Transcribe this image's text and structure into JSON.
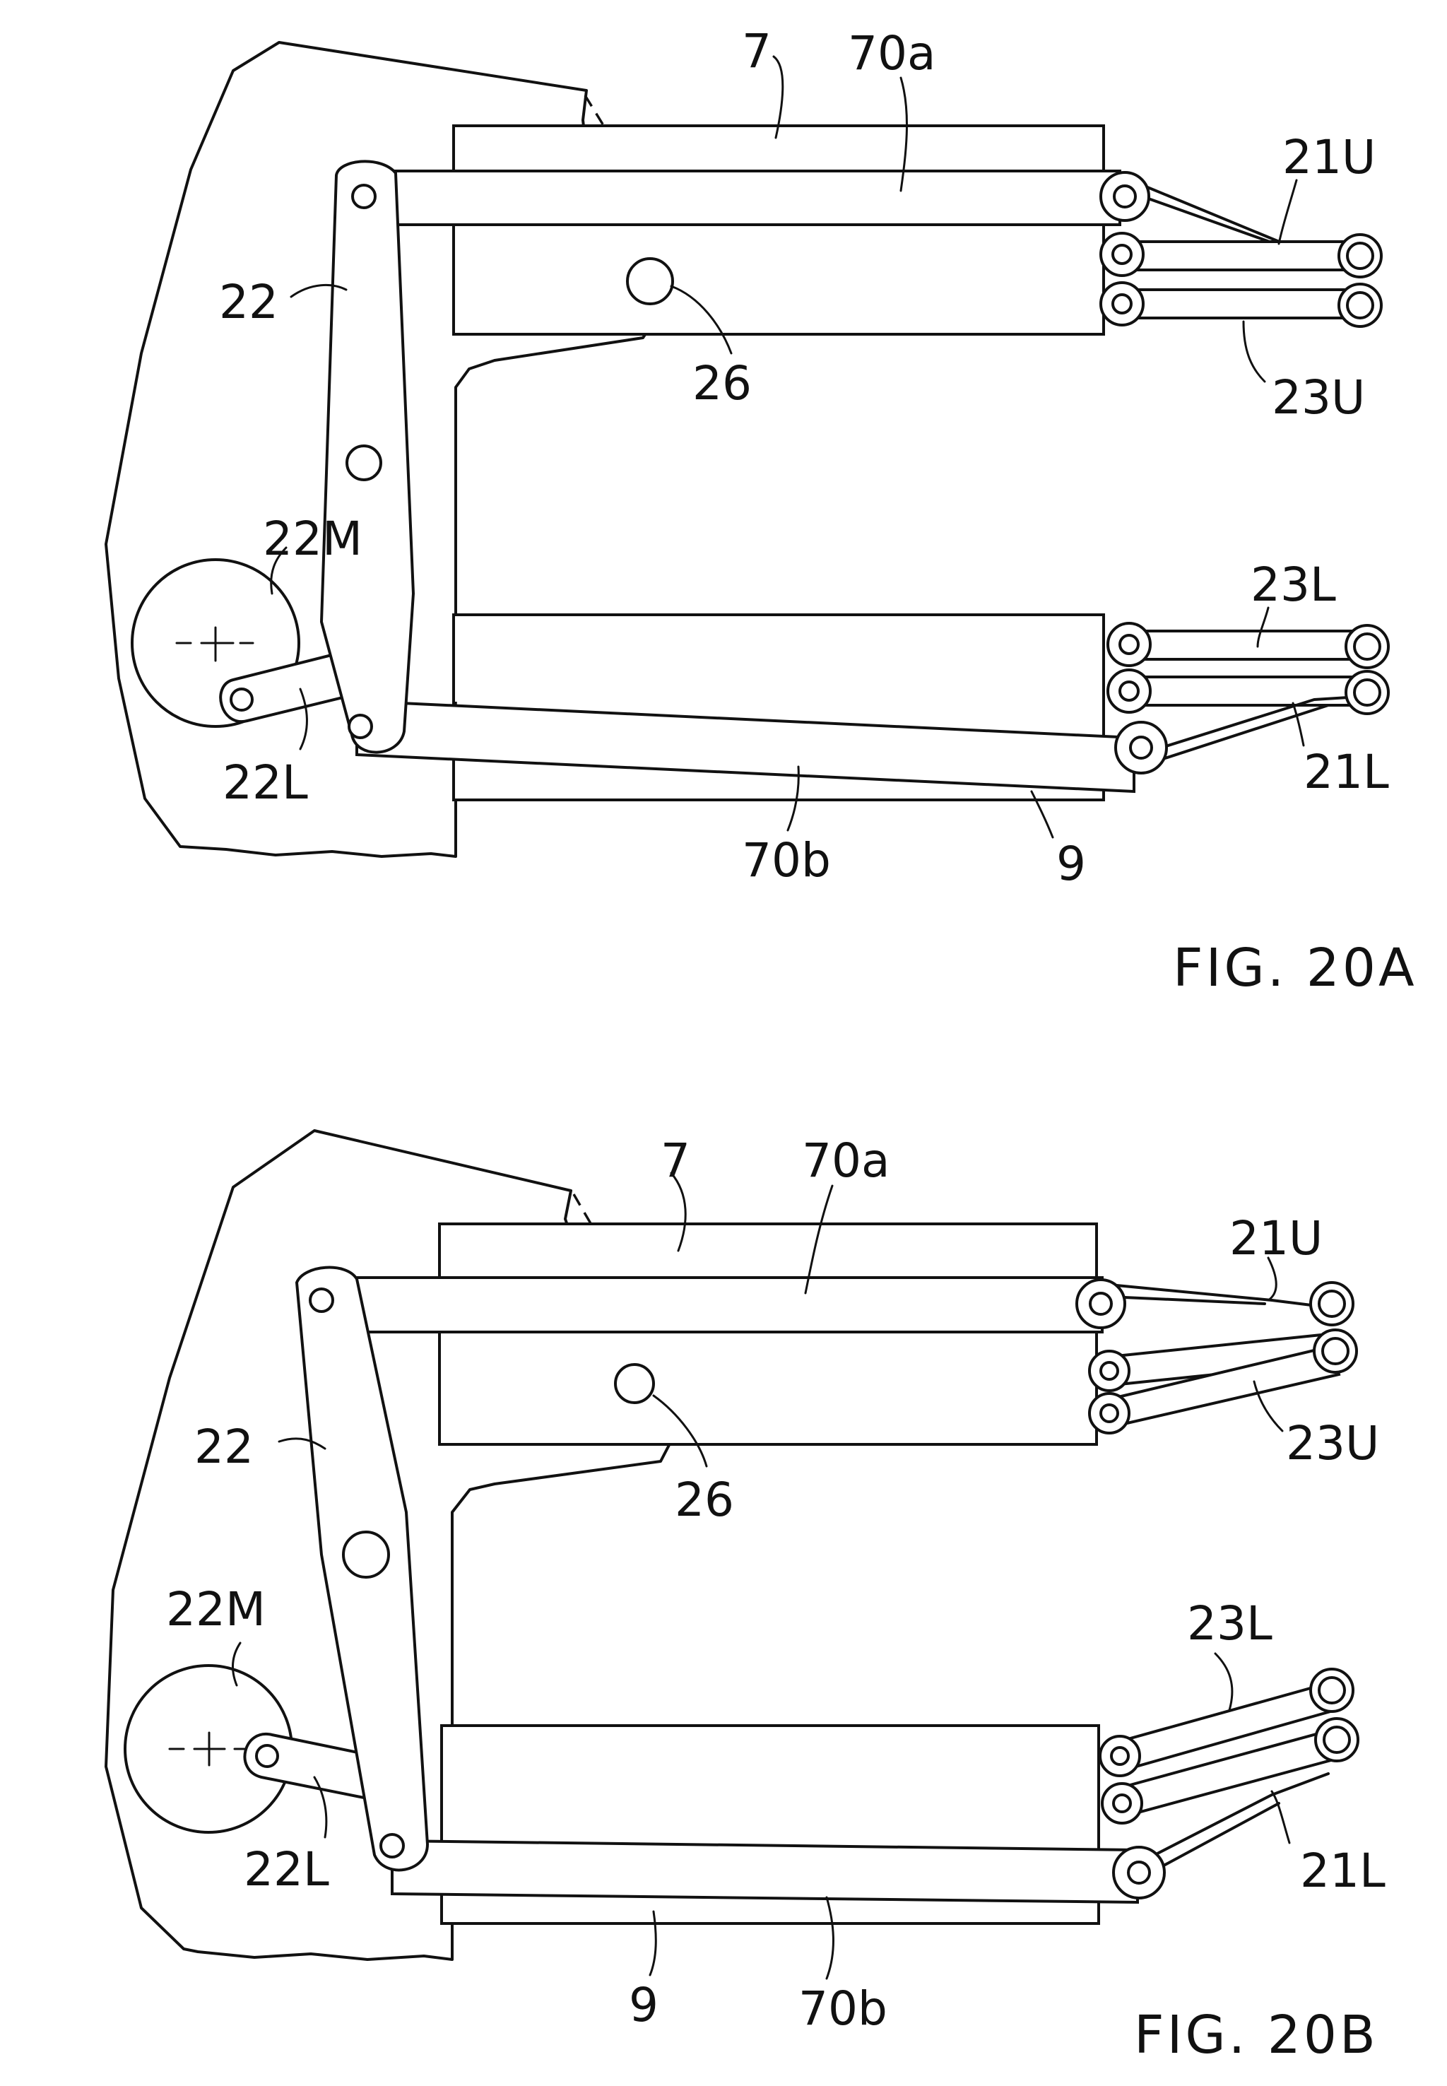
{
  "figures": [
    {
      "caption": "FIG. 20A",
      "labels": {
        "l7": "7",
        "l70a": "70a",
        "l21u": "21U",
        "l22": "22",
        "l26": "26",
        "l23u": "23U",
        "l22m": "22M",
        "l23l": "23L",
        "l22l": "22L",
        "l21l": "21L",
        "l70b": "70b",
        "l9": "9"
      }
    },
    {
      "caption": "FIG. 20B",
      "labels": {
        "l7": "7",
        "l70a": "70a",
        "l21u": "21U",
        "l22": "22",
        "l26": "26",
        "l23u": "23U",
        "l22m": "22M",
        "l23l": "23L",
        "l22l": "22L",
        "l21l": "21L",
        "l70b": "70b",
        "l9": "9"
      }
    }
  ]
}
